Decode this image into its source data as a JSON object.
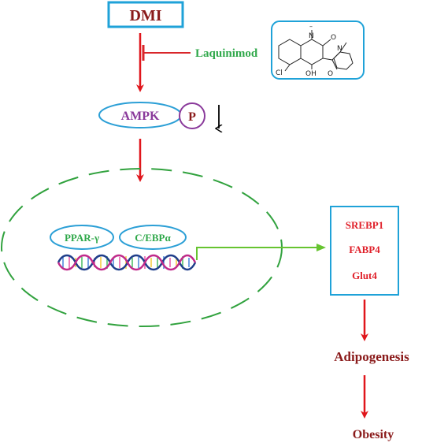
{
  "nodes": {
    "dmi": "DMI",
    "inhibitor": "Laquinimod",
    "ampk": "AMPK",
    "phospho": "P",
    "ppar": "PPAR-γ",
    "cebp": "C/EBPα",
    "genes": [
      "SREBP1",
      "FABP4",
      "Glut4"
    ],
    "adipogenesis": "Adipogenesis",
    "obesity": "Obesity"
  },
  "structure": {
    "atoms": {
      "methyl": "–",
      "carbonyl_o": "O",
      "nitrogen_ring": "N",
      "nitrogen_amide": "N",
      "chlorine": "Cl",
      "hydroxyl": "OH",
      "amide_o": "O"
    }
  },
  "colors": {
    "box_border": "#1fa2d8",
    "dark_red": "#8a1a1a",
    "arrow_red": "#e0161c",
    "green_text": "#2fa84a",
    "green_dash": "#31a23e",
    "blue_oval": "#2b9fd6",
    "purple": "#8a3a9b",
    "inhibit_red": "#d9262a",
    "gene_red": "#e0202a",
    "green_arrow": "#66c430"
  }
}
